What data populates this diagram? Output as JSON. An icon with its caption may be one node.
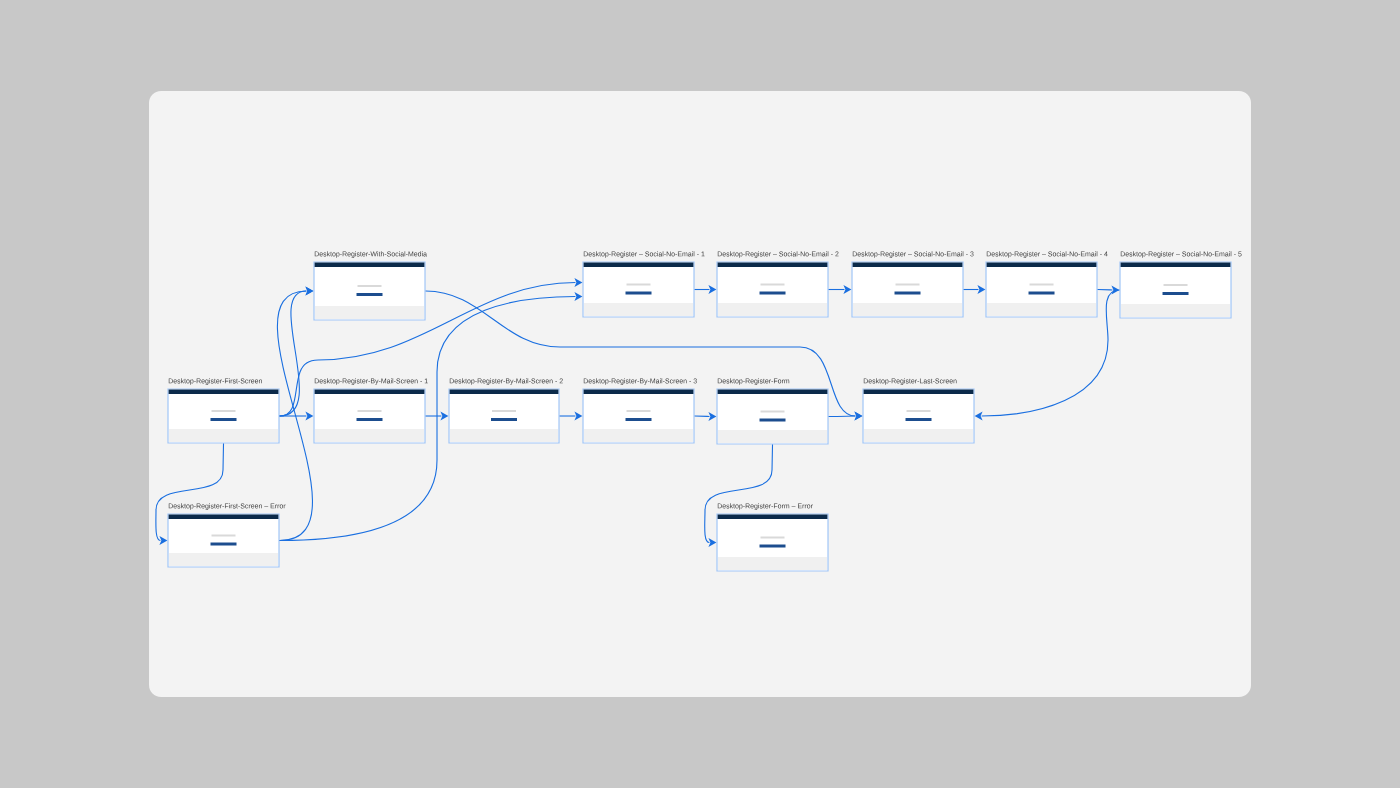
{
  "diagram": {
    "nodes": [
      {
        "text": [
          "Desktop-Register-With-Social-Media"
        ]
      },
      {
        "text": [
          "Desktop-Register – Social-No-Email - 1"
        ]
      },
      {
        "text": [
          "Desktop-Register – Social-No-Email - 2"
        ]
      },
      {
        "text": [
          "Desktop-Register – Social-No-Email - 3"
        ]
      },
      {
        "text": [
          "Desktop-Register – Social-No-Email - 4"
        ]
      },
      {
        "text": [
          "Desktop-Register – Social-No-Email - 5"
        ]
      },
      {
        "text": [
          "Desktop-Register-First-Screen"
        ]
      },
      {
        "text": [
          "Desktop-Register-By-Mail-Screen - 1"
        ]
      },
      {
        "text": [
          "Desktop-Register-By-Mail-Screen - 2"
        ]
      },
      {
        "text": [
          "Desktop-Register-By-Mail-Screen - 3"
        ]
      },
      {
        "text": [
          "Desktop-Register-Form"
        ]
      },
      {
        "text": [
          "Desktop-Register-Last-Screen"
        ]
      },
      {
        "text": [
          "Desktop-Register-First-Screen – Error"
        ]
      },
      {
        "text": [
          "Desktop-Register-Form – Error"
        ]
      }
    ],
    "edges": [
      {
        "from": 6,
        "to": 12,
        "arrow": "to"
      },
      {
        "from": 6,
        "to": 0,
        "arrow": "to"
      },
      {
        "from": 6,
        "to": 7,
        "arrow": "to"
      },
      {
        "from": 6,
        "to": 1,
        "arrow": "to"
      },
      {
        "from": 12,
        "to": 0,
        "arrow": "to"
      },
      {
        "from": 12,
        "to": 1,
        "arrow": "to"
      },
      {
        "from": 7,
        "to": 8,
        "arrow": "to"
      },
      {
        "from": 8,
        "to": 9,
        "arrow": "to"
      },
      {
        "from": 9,
        "to": 10,
        "arrow": "to"
      },
      {
        "from": 0,
        "to": 11,
        "arrow": "to"
      },
      {
        "from": 10,
        "to": 11,
        "arrow": "to"
      },
      {
        "from": 1,
        "to": 2,
        "arrow": "to"
      },
      {
        "from": 2,
        "to": 3,
        "arrow": "to"
      },
      {
        "from": 3,
        "to": 4,
        "arrow": "to"
      },
      {
        "from": 4,
        "to": 5,
        "arrow": "to"
      },
      {
        "from": 5,
        "to": 11,
        "arrow": "to"
      },
      {
        "from": 10,
        "to": 13,
        "arrow": "to"
      }
    ]
  }
}
